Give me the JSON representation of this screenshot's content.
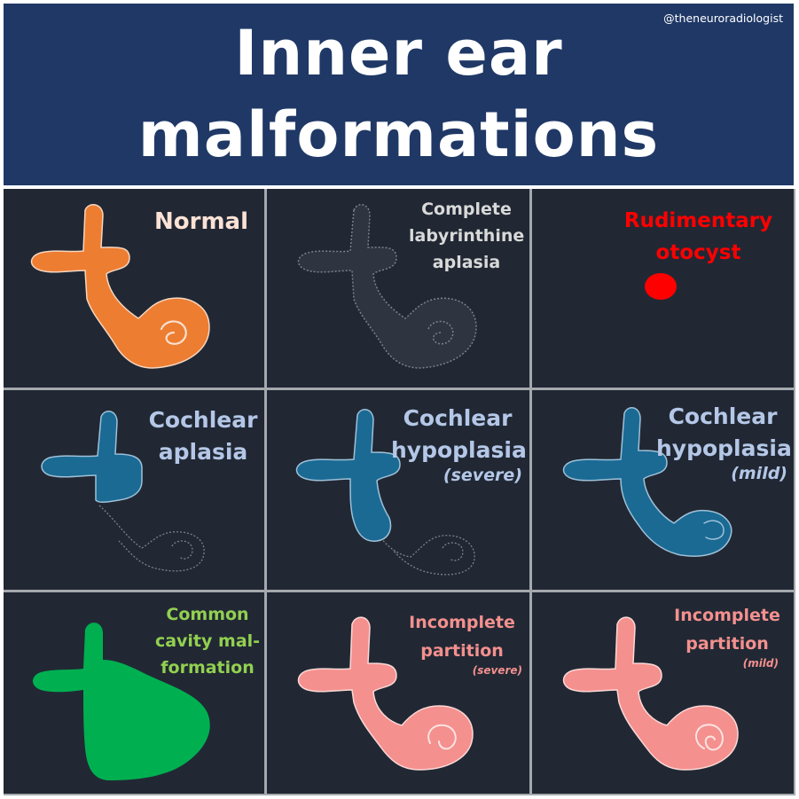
{
  "header": {
    "handle": "@theneuroradiologist",
    "title_line1": "Inner ear",
    "title_line2": "malformations"
  },
  "colors": {
    "header_bg": "#1f3866",
    "cell_bg": "#212834",
    "normal": "#ed7d31",
    "aplasia_ghost": "#2f3540",
    "otocyst": "#ff0000",
    "cochlear_blue": "#1a6a94",
    "common_cavity": "#00b050",
    "incomplete_partition": "#f4908e"
  },
  "cells": [
    {
      "id": "normal",
      "lines": [
        "Normal"
      ],
      "label_color": "#fbe2d5"
    },
    {
      "id": "complete-labyrinthine-aplasia",
      "lines": [
        "Complete",
        "labyrinthine",
        "aplasia"
      ],
      "label_color": "#d9d9d9"
    },
    {
      "id": "rudimentary-otocyst",
      "lines": [
        "Rudimentary",
        "otocyst"
      ],
      "label_color": "#ff0000"
    },
    {
      "id": "cochlear-aplasia",
      "lines": [
        "Cochlear",
        "aplasia"
      ],
      "label_color": "#b4c7e7"
    },
    {
      "id": "cochlear-hypoplasia-severe",
      "lines": [
        "Cochlear",
        "hypoplasia"
      ],
      "sub": "(severe)",
      "label_color": "#b4c7e7"
    },
    {
      "id": "cochlear-hypoplasia-mild",
      "lines": [
        "Cochlear",
        "hypoplasia"
      ],
      "sub": "(mild)",
      "label_color": "#b4c7e7"
    },
    {
      "id": "common-cavity-malformation",
      "lines": [
        "Common",
        "cavity mal-",
        "formation"
      ],
      "label_color": "#92d050"
    },
    {
      "id": "incomplete-partition-severe",
      "lines": [
        "Incomplete",
        "partition"
      ],
      "sub": "(severe)",
      "label_color": "#f4908e"
    },
    {
      "id": "incomplete-partition-mild",
      "lines": [
        "Incomplete",
        "partition"
      ],
      "sub": "(mild)",
      "label_color": "#f4908e"
    }
  ]
}
